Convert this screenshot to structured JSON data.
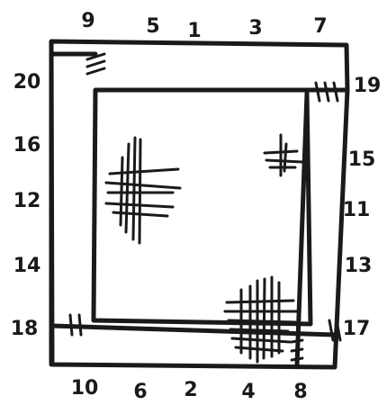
{
  "labels": {
    "top": [
      "9",
      "5",
      "1",
      "3",
      "7"
    ],
    "left": [
      "20",
      "16",
      "12",
      "14",
      "18"
    ],
    "right": [
      "19",
      "15",
      "11",
      "13",
      "17"
    ],
    "bottom": [
      "10",
      "6",
      "2",
      "4",
      "8"
    ]
  }
}
